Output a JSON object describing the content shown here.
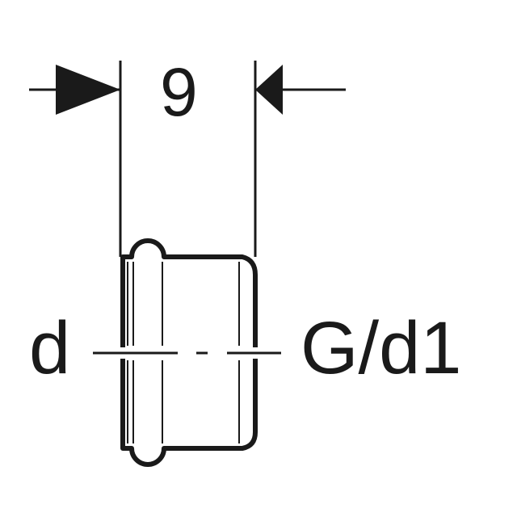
{
  "diagram": {
    "type": "technical-drawing",
    "subject": "pipe fitting adapter side view",
    "dimension": {
      "value": "9"
    },
    "labels": {
      "left": "d",
      "right": "G/d1"
    },
    "colors": {
      "line": "#1a1a1a",
      "background": "#ffffff"
    }
  }
}
